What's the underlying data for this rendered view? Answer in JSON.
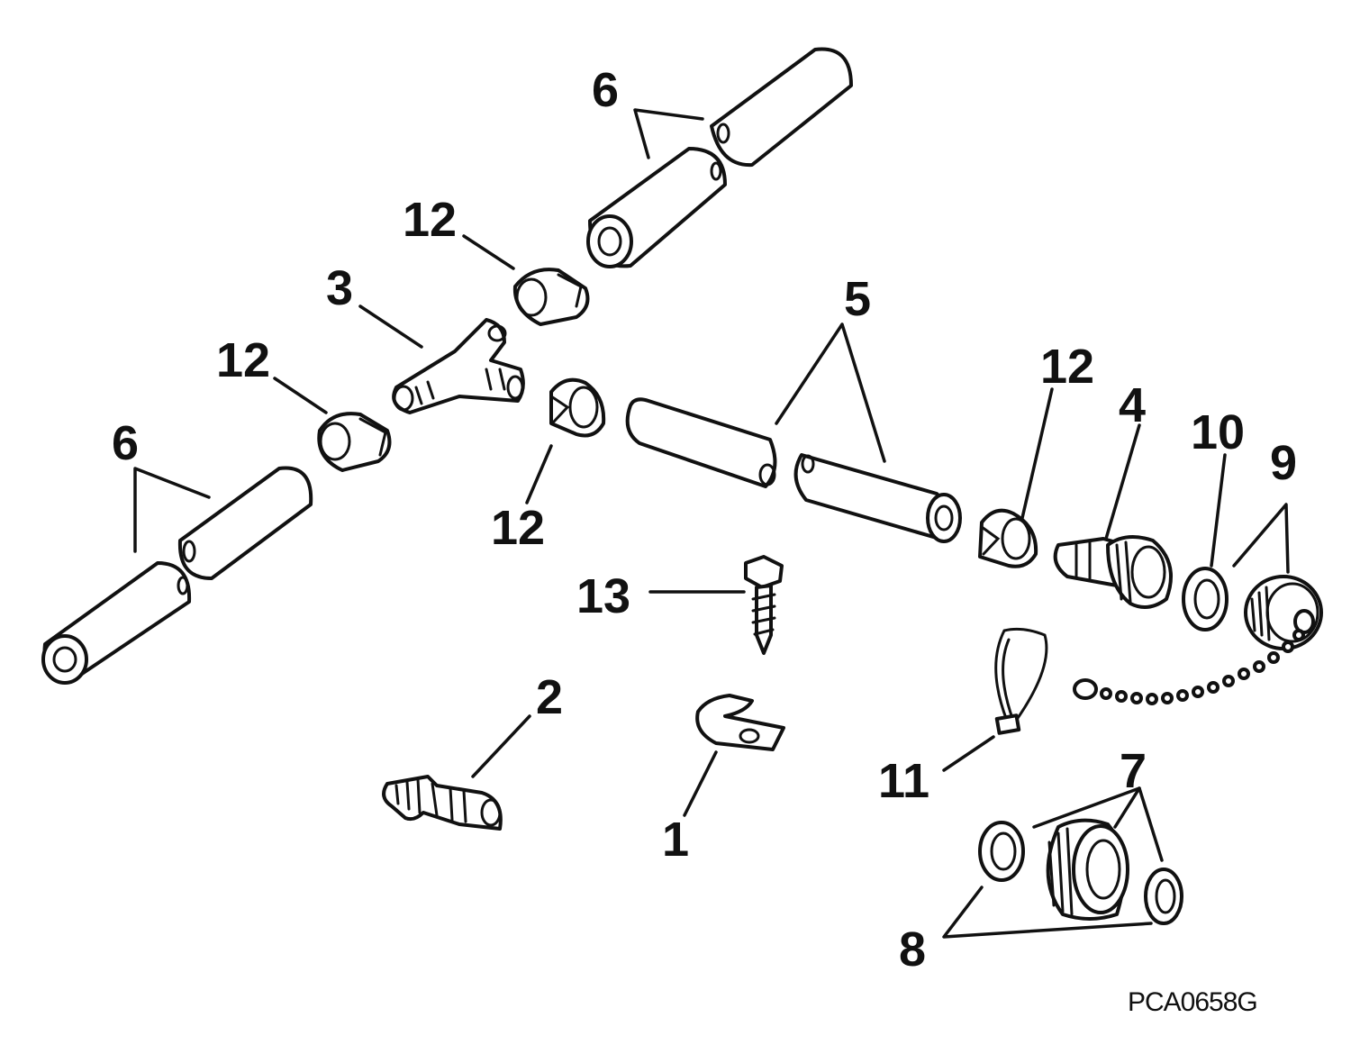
{
  "callouts": {
    "c1": "1",
    "c2": "2",
    "c3": "3",
    "c4": "4",
    "c5": "5",
    "c6_top": "6",
    "c6_left": "6",
    "c7": "7",
    "c8": "8",
    "c9": "9",
    "c10": "10",
    "c11": "11",
    "c12_top": "12",
    "c12_left": "12",
    "c12_mid": "12",
    "c12_right": "12",
    "c13": "13"
  },
  "reference_code": "PCA0658G"
}
